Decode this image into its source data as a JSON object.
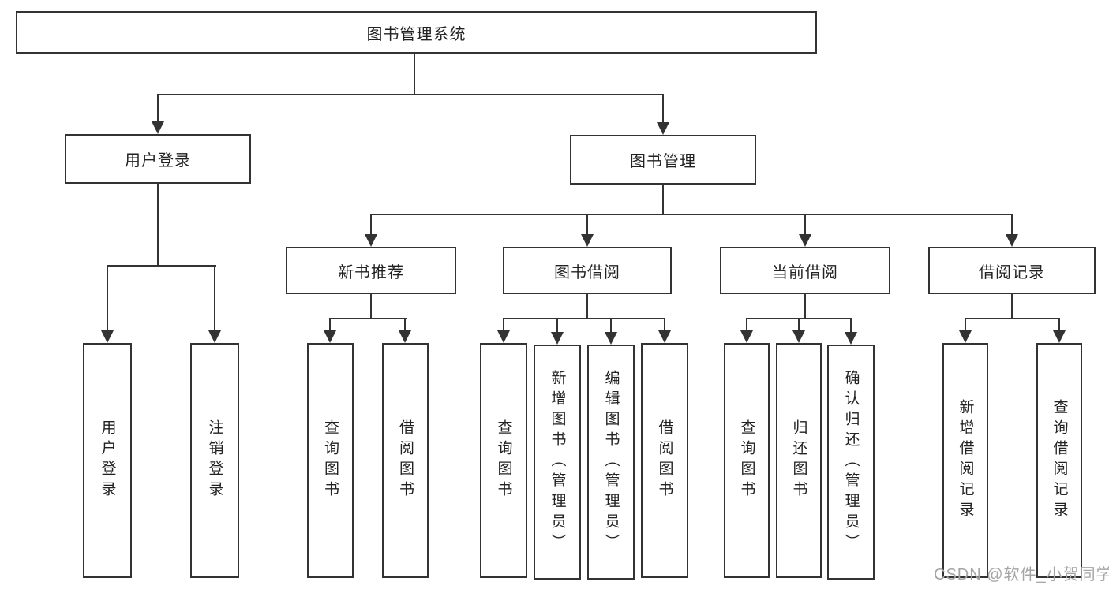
{
  "watermark": "CSDN @软件_小贺同学",
  "colors": {
    "line": "#333333",
    "border": "#333333",
    "box_bg": "#ffffff",
    "background": "#ffffff",
    "watermark": "#a5a5a5"
  },
  "tree": {
    "root": "图书管理系统",
    "branches": [
      {
        "label": "用户登录",
        "children": [
          "用户登录",
          "注销登录"
        ]
      },
      {
        "label": "图书管理",
        "children": [
          {
            "label": "新书推荐",
            "children": [
              "查询图书",
              "借阅图书"
            ]
          },
          {
            "label": "图书借阅",
            "children": [
              "查询图书",
              "新增图书（管理员）",
              "编辑图书（管理员）",
              "借阅图书"
            ]
          },
          {
            "label": "当前借阅",
            "children": [
              "查询图书",
              "归还图书",
              "确认归还（管理员）"
            ]
          },
          {
            "label": "借阅记录",
            "children": [
              "新增借阅记录",
              "查询借阅记录"
            ]
          }
        ]
      }
    ]
  }
}
